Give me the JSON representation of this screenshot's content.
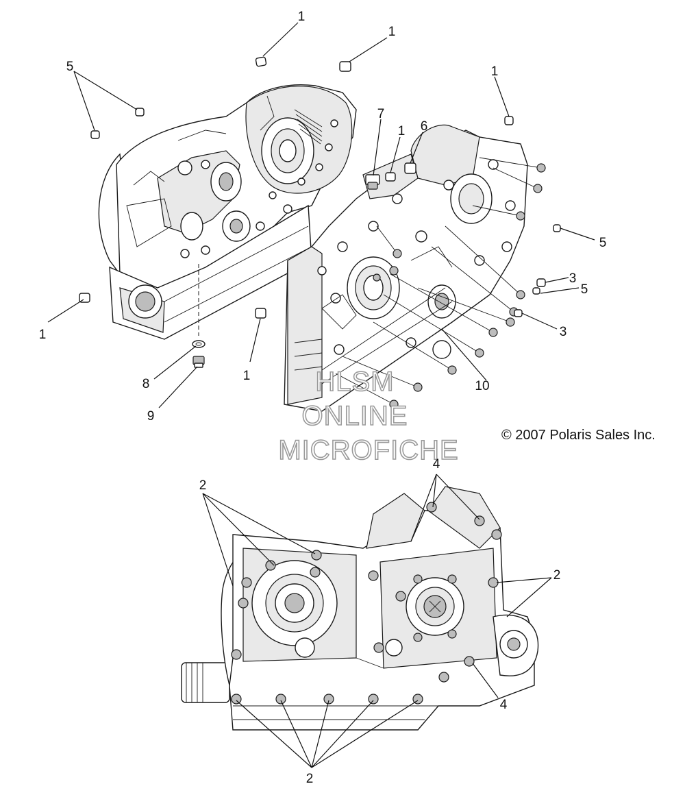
{
  "copyright": "© 2007 Polaris Sales Inc.",
  "watermark": {
    "line1": "HLSM",
    "line2": "ONLINE",
    "line3": "MICROFICHE"
  },
  "callouts": {
    "c1a": "1",
    "c1b": "1",
    "c1c": "1",
    "c1d": "1",
    "c1e": "1",
    "c1f": "1",
    "c2a": "2",
    "c2b": "2",
    "c2c": "2",
    "c3a": "3",
    "c3b": "3",
    "c4a": "4",
    "c4b": "4",
    "c5a": "5",
    "c5b": "5",
    "c5c": "5",
    "c6": "6",
    "c7": "7",
    "c8": "8",
    "c9": "9",
    "c10": "10"
  }
}
